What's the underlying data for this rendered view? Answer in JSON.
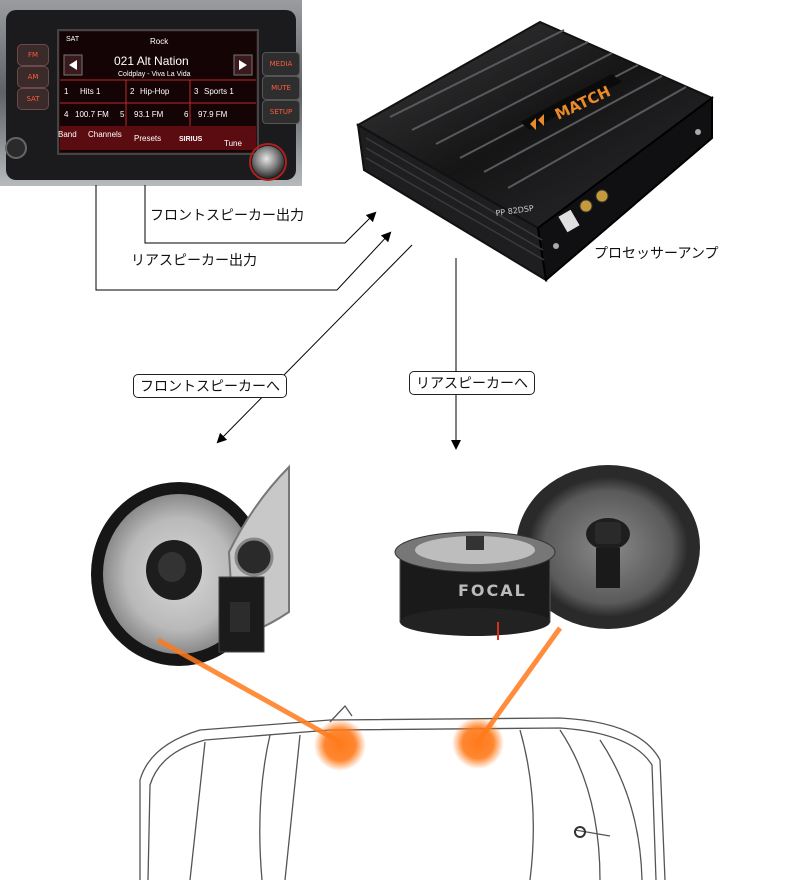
{
  "head_unit": {
    "band": "SAT",
    "genre": "Rock",
    "station": "021 Alt Nation",
    "track": "Coldplay - Viva La Vida",
    "presets": [
      {
        "num": "1",
        "name": "Hits 1"
      },
      {
        "num": "2",
        "name": "Hip-Hop"
      },
      {
        "num": "3",
        "name": "Sports 1"
      },
      {
        "num": "4",
        "name": "100.7 FM"
      },
      {
        "num": "5",
        "name": "93.1 FM"
      },
      {
        "num": "6",
        "name": "97.9 FM"
      }
    ],
    "bottom_bar": [
      "Band",
      "Channels",
      "Presets",
      "SIRIUS",
      "Tune"
    ],
    "left_buttons": [
      "FM",
      "AM",
      "SAT"
    ],
    "right_buttons": [
      "MEDIA",
      "MUTE",
      "SETUP"
    ]
  },
  "amp": {
    "brand": "MATCH",
    "model": "PP 82DSP"
  },
  "brand_speaker": "FOCAL",
  "labels": {
    "front_output": "フロントスピーカー出力",
    "rear_output": "リアスピーカー出力",
    "processor_amp": "プロセッサーアンプ",
    "to_front": "フロントスピーカーへ",
    "to_rear": "リアスピーカーへ"
  },
  "colors": {
    "highlight": "#ff7a1a",
    "screen_accent": "#c0282a"
  }
}
